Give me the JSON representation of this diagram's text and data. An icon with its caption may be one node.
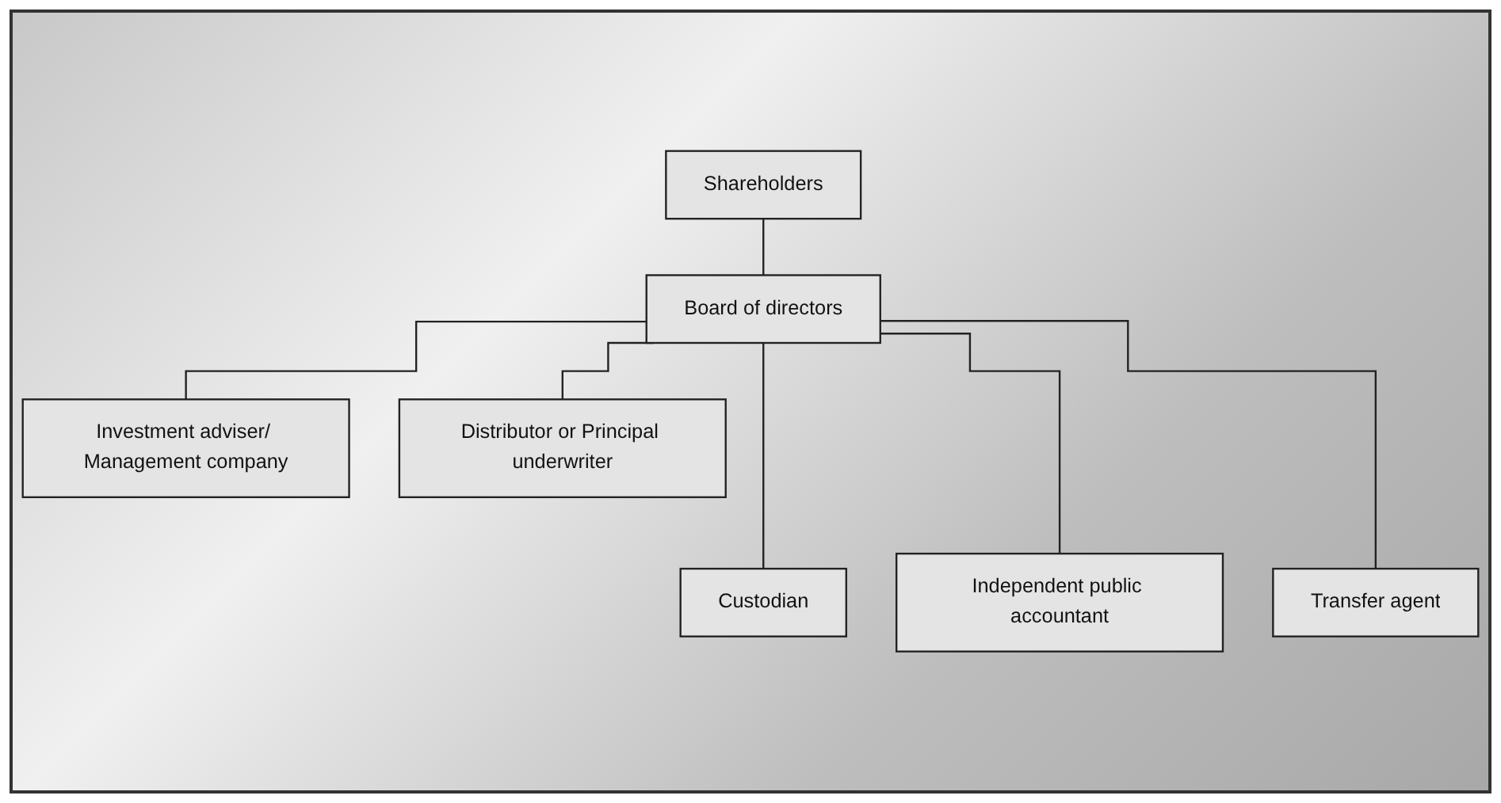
{
  "diagram": {
    "nodes": [
      {
        "text": [
          "Shareholders"
        ]
      },
      {
        "text": [
          "Board of directors"
        ]
      },
      {
        "text": [
          "Investment adviser/ Management company"
        ]
      },
      {
        "text": [
          "Distributor or Principal underwriter"
        ]
      },
      {
        "text": [
          "Custodian"
        ]
      },
      {
        "text": [
          "Independent public accountant"
        ]
      },
      {
        "text": [
          "Transfer agent"
        ]
      }
    ],
    "edges": [
      {
        "from": 0,
        "to": 1,
        "arrow": "none"
      },
      {
        "from": 1,
        "to": 2,
        "arrow": "none"
      },
      {
        "from": 1,
        "to": 3,
        "arrow": "none"
      },
      {
        "from": 1,
        "to": 4,
        "arrow": "none"
      },
      {
        "from": 1,
        "to": 5,
        "arrow": "none"
      },
      {
        "from": 1,
        "to": 6,
        "arrow": "none"
      }
    ]
  }
}
